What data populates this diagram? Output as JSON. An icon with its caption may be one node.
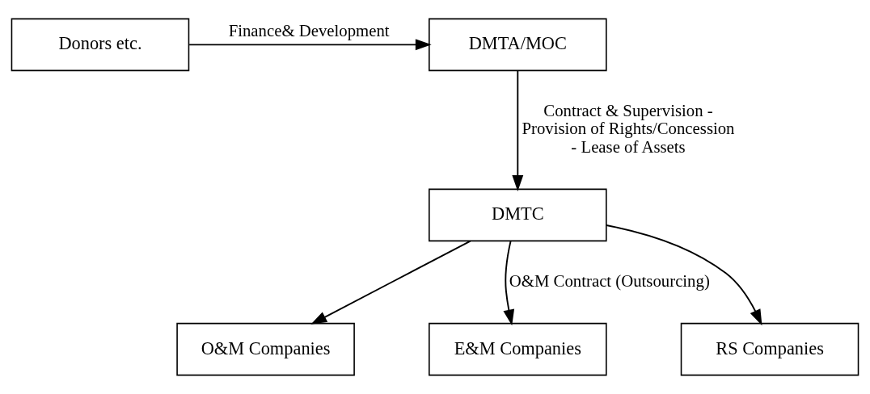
{
  "diagram": {
    "nodes": [
      {
        "text": [
          "Donors etc."
        ]
      },
      {
        "text": [
          "DMTA/MOC"
        ]
      },
      {
        "text": [
          "DMTC"
        ]
      },
      {
        "text": [
          "O&M Companies"
        ]
      },
      {
        "text": [
          "E&M Companies"
        ]
      },
      {
        "text": [
          "RS Companies"
        ]
      }
    ],
    "edges": [
      {
        "from": 0,
        "to": 1,
        "arrow": "to",
        "label": "Finance& Development"
      },
      {
        "from": 1,
        "to": 2,
        "arrow": "to",
        "label": "Contract & Supervision - Provision of Rights/Concession - Lease of Assets"
      },
      {
        "from": 2,
        "to": 3,
        "arrow": "to"
      },
      {
        "from": 2,
        "to": 4,
        "arrow": "to",
        "label": "O&M Contract (Outsourcing)"
      },
      {
        "from": 2,
        "to": 5,
        "arrow": "to"
      }
    ]
  }
}
